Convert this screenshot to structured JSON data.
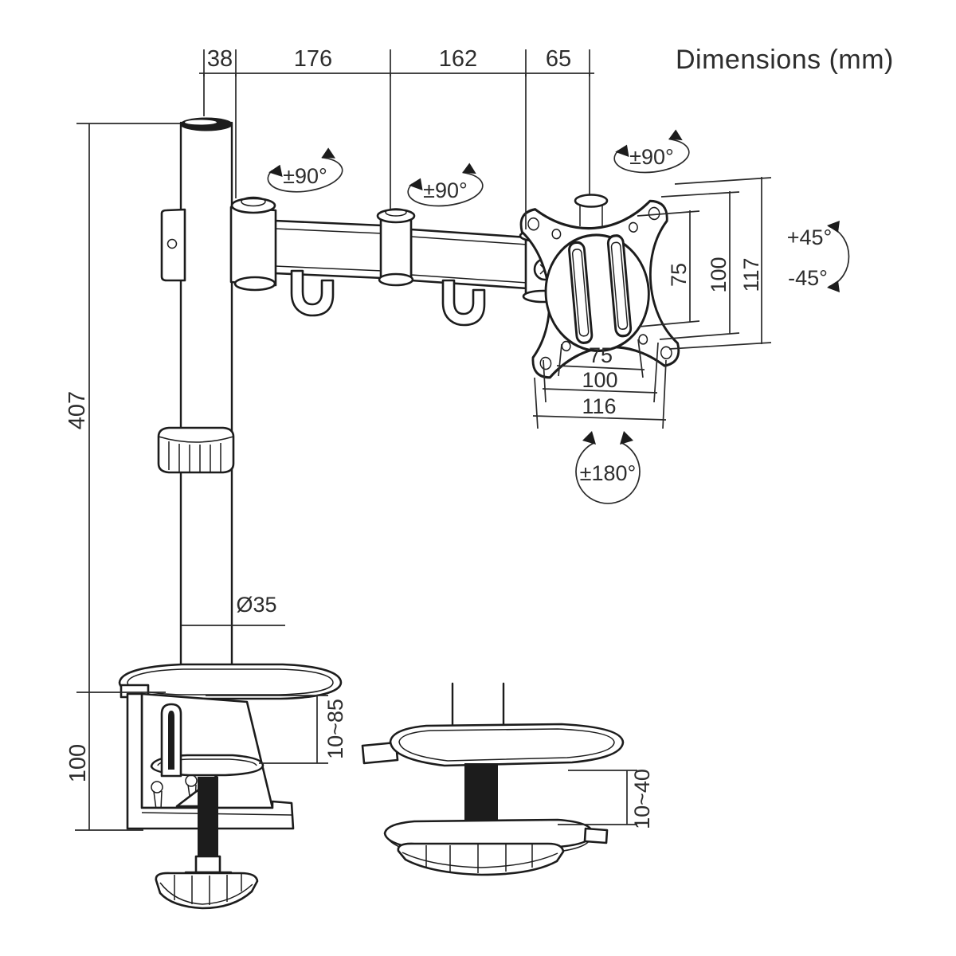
{
  "title": "Dimensions (mm)",
  "dims": {
    "top": [
      "38",
      "176",
      "162",
      "65"
    ],
    "pole_height": "407",
    "base_height": "100",
    "pole_diameter": "Ø35",
    "clamp_range": "10~85",
    "grommet_range": "10~40",
    "vesa_v": [
      "75",
      "100",
      "117"
    ],
    "vesa_h": [
      "75",
      "100",
      "116"
    ]
  },
  "rot": {
    "j1": "±90°",
    "j2": "±90°",
    "j3": "±90°",
    "tilt_up": "+45°",
    "tilt_down": "-45°",
    "pan": "±180°"
  }
}
